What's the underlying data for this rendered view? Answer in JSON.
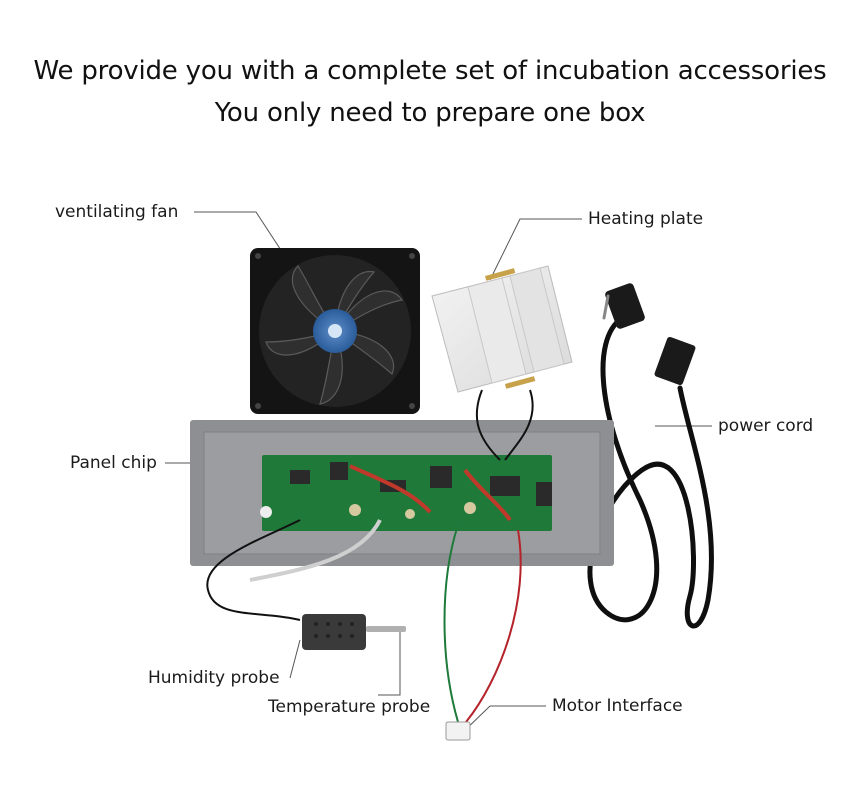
{
  "headline": {
    "line1": "We provide you with a complete set of incubation accessories",
    "line2": "You only need to prepare one box"
  },
  "labels": {
    "fan": "ventilating fan",
    "heating_plate": "Heating plate",
    "power_cord": "power cord",
    "panel_chip": "Panel chip",
    "humidity_probe": "Humidity probe",
    "temperature_probe": "Temperature probe",
    "motor_interface": "Motor Interface"
  }
}
